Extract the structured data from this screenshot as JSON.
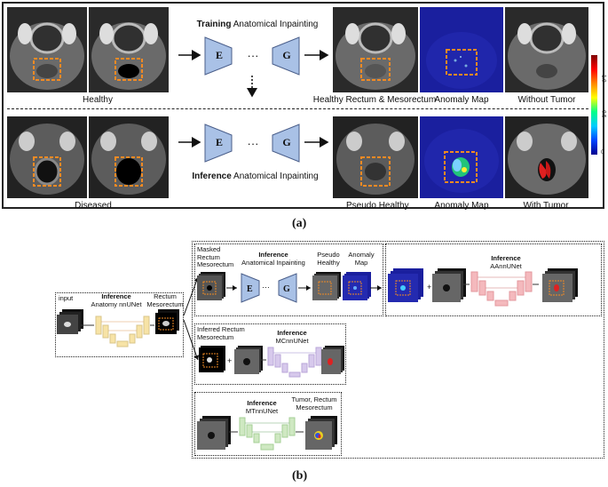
{
  "panel_a": {
    "caption": "(a)",
    "top_row": {
      "left_label": "Healthy",
      "title_bold": "Training",
      "title_rest": " Anatomical Inpainting",
      "encoder": "E",
      "generator": "G",
      "dots": "···",
      "out_labels": [
        "Healthy Rectum & Mesorectum",
        "Anomaly Map",
        "Without Tumor"
      ]
    },
    "bottom_row": {
      "left_label": "Diseased",
      "title_bold": "Inference",
      "title_rest": " Anatomical Inpainting",
      "encoder": "E",
      "generator": "G",
      "dots": "···",
      "out_labels": [
        "Pseudo Healthy",
        "Anomaly Map",
        "With Tumor"
      ]
    },
    "colorbar": {
      "ticks": [
        "1.0",
        "0.5",
        "0"
      ]
    }
  },
  "panel_b": {
    "caption": "(b)",
    "first_stage": {
      "input_label": "input",
      "title_bold": "Inference",
      "subtitle": "Anatomy nnUNet",
      "output_label": "Rectum\nMesorectum"
    },
    "aa_branch": {
      "masked_label": "Masked\nRectum\nMesorectum",
      "title_bold": "Inference",
      "subtitle": "Anatomical Inpainting",
      "encoder": "E",
      "generator": "G",
      "pseudo_label": "Pseudo\nHealthy",
      "anomaly_label": "Anomaly\nMap",
      "second_title": "Inference",
      "second_subtitle": "AAnnUNet",
      "plus": "+"
    },
    "mc_branch": {
      "inferred_label": "Inferred Rectum\nMesorectum",
      "title_bold": "Inference",
      "subtitle": "MCnnUNet",
      "plus": "+"
    },
    "mt_branch": {
      "title_bold": "Inference",
      "subtitle": "MTnnUNet",
      "output_label": "Tumor, Rectum\nMesorectum"
    }
  },
  "colors": {
    "encoder_fill": "#a9c1e6",
    "encoder_stroke": "#4a5e8a",
    "dash_orange": "#f08a24",
    "anomaly_blue": "#1a1f9e",
    "unet_yellow": "#f7e3a6",
    "unet_pink": "#f4b9bd",
    "unet_purple": "#d7c9ec",
    "unet_green": "#cfe8c2"
  }
}
